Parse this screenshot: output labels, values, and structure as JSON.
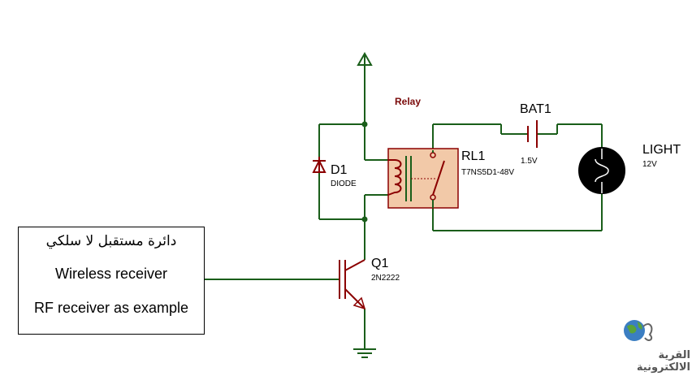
{
  "labels": {
    "relay_title": "Relay",
    "rl1_ref": "RL1",
    "rl1_part": "T7NS5D1-48V",
    "d1_ref": "D1",
    "d1_part": "DIODE",
    "q1_ref": "Q1",
    "q1_part": "2N2222",
    "bat1_ref": "BAT1",
    "bat1_value": "1.5V",
    "light_ref": "LIGHT",
    "light_value": "12V"
  },
  "receiver_box": {
    "line1": "دائرة مستقبل لا سلكي",
    "line2": "Wireless receiver",
    "line3": "RF receiver as example"
  },
  "logo": {
    "text": "القرية الالكترونية"
  },
  "colors": {
    "wire": "#1a5e1a",
    "component": "#8b0000",
    "relay_fill": "#f2c9a8",
    "label_dark": "#7a0a0a"
  }
}
